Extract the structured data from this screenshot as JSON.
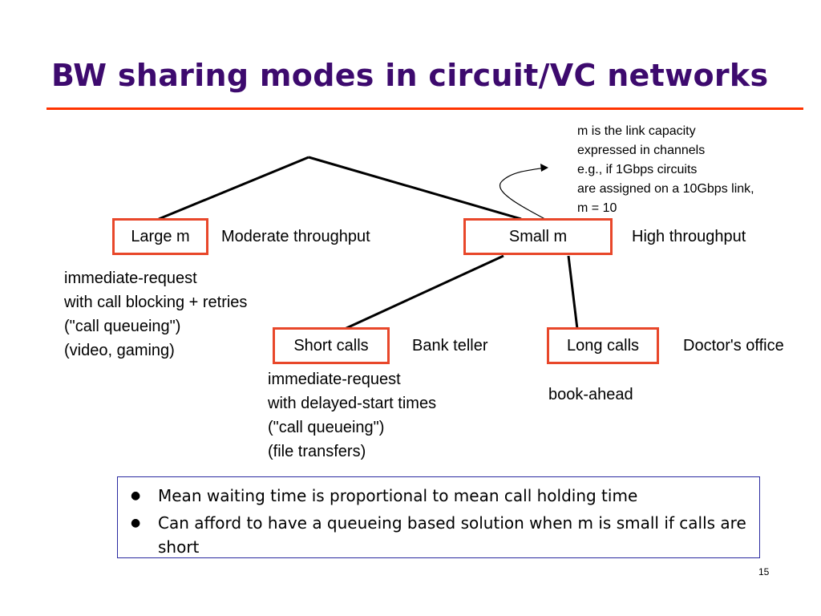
{
  "title": "BW sharing modes in circuit/VC networks",
  "note": [
    "m is the link capacity",
    "expressed in channels",
    "e.g., if 1Gbps circuits",
    "are assigned on a 10Gbps link,",
    "m = 10"
  ],
  "large_m": {
    "label": "Large m",
    "desc": "Moderate throughput"
  },
  "small_m": {
    "label": "Small m",
    "desc": "High throughput"
  },
  "large_m_details": [
    "immediate-request",
    "with call blocking + retries",
    "(\"call queueing\")",
    "(video, gaming)"
  ],
  "short_calls": {
    "label": "Short calls",
    "desc": "Bank teller"
  },
  "long_calls": {
    "label": "Long calls",
    "desc": "Doctor's office"
  },
  "short_calls_details": [
    "immediate-request",
    "with delayed-start times",
    "(\"call queueing\")",
    "(file transfers)"
  ],
  "long_calls_details": "book-ahead",
  "bullets": [
    "Mean waiting time is proportional to mean call holding time",
    "Can afford to have a queueing based solution when m is small if calls are short"
  ],
  "page_number": "15",
  "colors": {
    "title": "#3d0a6e",
    "rule": "#ff3300",
    "box_border": "#e8472a",
    "bullet_border": "#2a2aa0"
  }
}
